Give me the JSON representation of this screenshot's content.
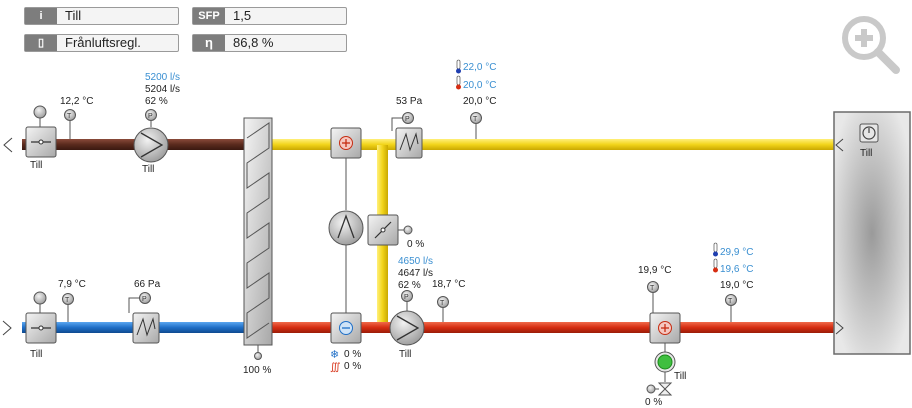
{
  "info_panel": {
    "mode": {
      "icon": "info-icon",
      "value": "Till"
    },
    "control": {
      "icon": "thermometer-icon",
      "value": "Frånluftsregl."
    },
    "sfp": {
      "label": "SFP",
      "value": "1,5"
    },
    "efficiency": {
      "label": "η",
      "value": "86,8 %"
    }
  },
  "zoom": {
    "icon": "zoom-in-icon"
  },
  "exhaust": {
    "damper_label": "Till",
    "temp": "12,2 °C",
    "fan_flow_setpoint": "5200 l/s",
    "fan_flow_actual": "5204 l/s",
    "fan_speed": "62 %",
    "fan_label": "Till"
  },
  "supply_top": {
    "filter_pressure": "53 Pa",
    "setpoint_blue": "22,0 °C",
    "setpoint_red": "20,0 °C",
    "temp": "20,0 °C"
  },
  "room": {
    "label": "Till"
  },
  "heat_exchanger": {
    "bypass": "0 %",
    "efficiency": "100 %"
  },
  "outdoor": {
    "damper_label": "Till",
    "temp": "7,9 °C",
    "filter_pressure": "66 Pa"
  },
  "supply_fan": {
    "flow_setpoint": "4650 l/s",
    "flow_actual": "4647 l/s",
    "speed": "62 %",
    "label": "Till"
  },
  "supply": {
    "temp_after_fan": "18,7 °C",
    "temp_before_heater": "19,9 °C",
    "setpoint_blue": "29,9 °C",
    "setpoint_red": "19,6 °C",
    "temp_out": "19,0 °C"
  },
  "cooling": {
    "cool_output": "0 %",
    "heat_output": "0 %"
  },
  "reheater": {
    "pump_label": "Till",
    "valve": "0 %"
  },
  "colors": {
    "exhaust_duct": "#5a2a1d",
    "supply_top_duct": "#f2d41a",
    "outdoor_duct": "#1f6fc7",
    "supply_duct": "#d62d12",
    "setpoint_text": "#3a8fd1"
  }
}
